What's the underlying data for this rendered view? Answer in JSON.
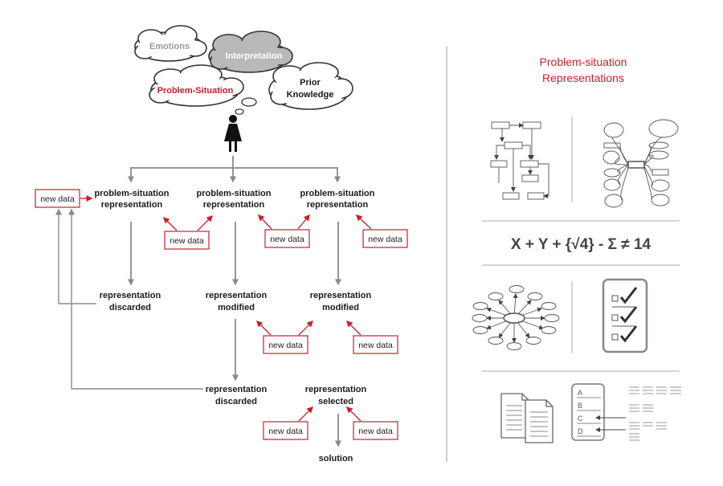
{
  "clouds": {
    "emotions": "Emotions",
    "interpretation": "Interpretation",
    "problem_situation": "Problem-Situation",
    "prior_knowledge_1": "Prior",
    "prior_knowledge_2": "Knowledge"
  },
  "flow": {
    "psr_1": "problem-situation",
    "psr_2": "representation",
    "discarded_1": "representation",
    "discarded_2": "discarded",
    "modified_1": "representation",
    "modified_2": "modified",
    "selected_1": "representation",
    "selected_2": "selected",
    "solution": "solution",
    "new_data": "new data"
  },
  "right_panel": {
    "title_1": "Problem-situation",
    "title_2": "Representations",
    "equation": "X + Y + {√4} - Σ ≠ 14",
    "letters": [
      "A",
      "B",
      "C",
      "D"
    ]
  },
  "colors": {
    "accent": "#c8202b",
    "arrow": "#8a8a8a",
    "cloud_dark": "#b9b9b9",
    "divider": "#bdbdbd"
  }
}
